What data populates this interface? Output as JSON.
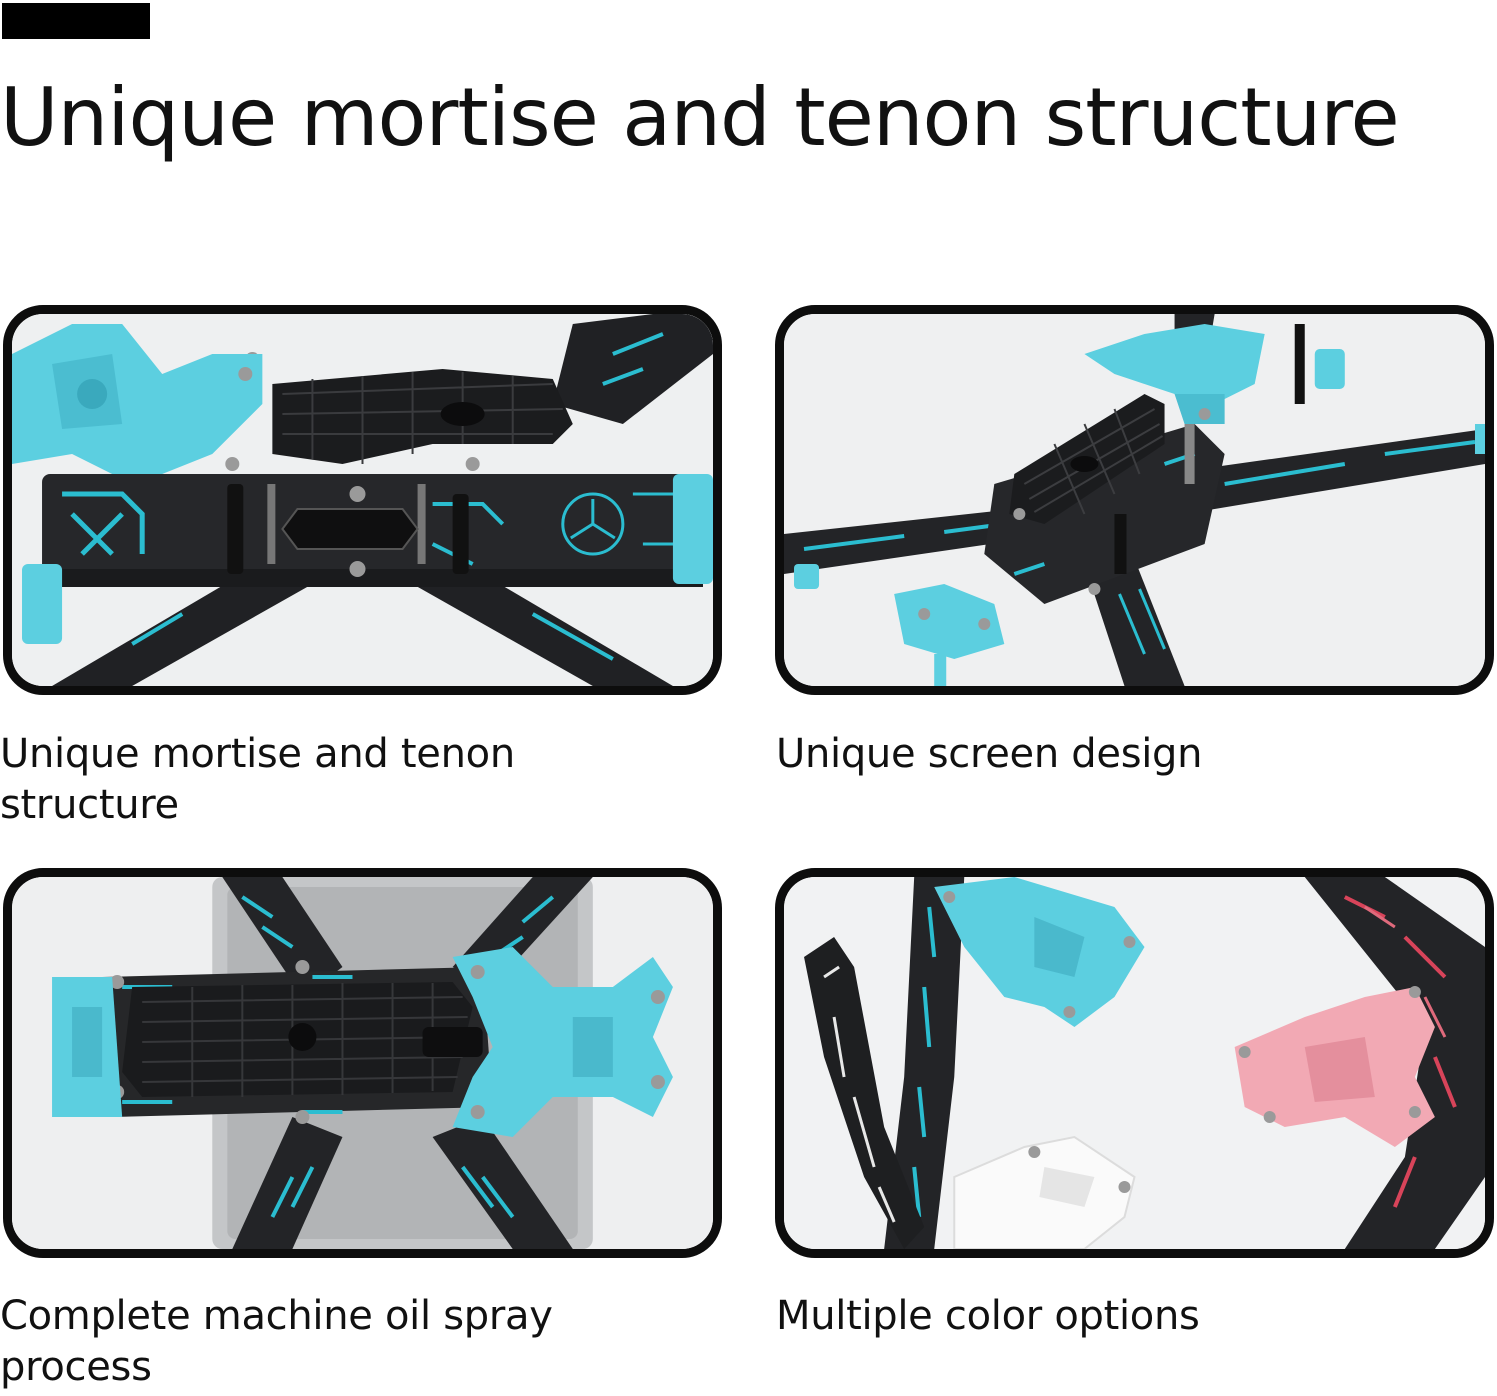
{
  "header": {
    "title": "Unique mortise and tenon structure"
  },
  "features": [
    {
      "caption": "Unique mortise and tenon structure",
      "photo_subject": "frame-side-view"
    },
    {
      "caption": "Unique screen design",
      "photo_subject": "frame-angled-view"
    },
    {
      "caption": "Complete machine oil spray process",
      "photo_subject": "frame-top-view"
    },
    {
      "caption": "Multiple color options",
      "photo_subject": "color-parts"
    }
  ],
  "colors": {
    "accent_cyan": "#5ccfe0",
    "carbon": "#1e1f22",
    "trace_cyan": "#2bbdd0",
    "pink": "#f2a9b4",
    "white_part": "#f7f7f7",
    "trace_red": "#d8445a"
  }
}
